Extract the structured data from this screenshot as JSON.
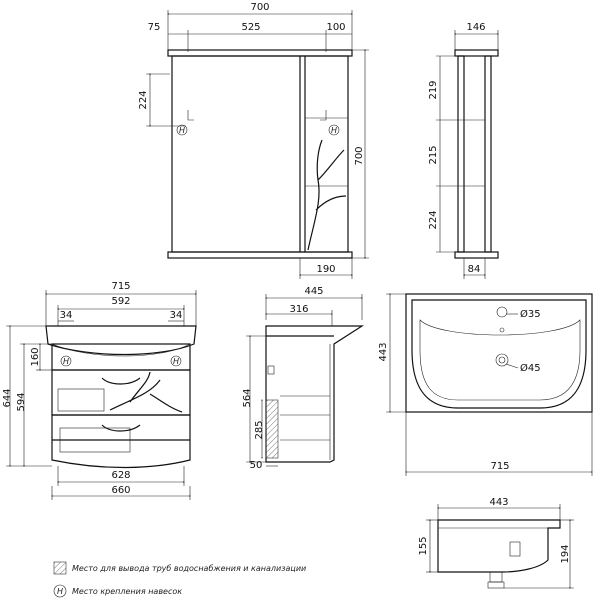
{
  "mirror_cabinet_front": {
    "width_total": "700",
    "width_left": "75",
    "width_mid": "525",
    "width_right": "100",
    "height_top": "224",
    "height_total": "700",
    "shelf_width": "190"
  },
  "mirror_cabinet_side": {
    "depth": "146",
    "seg_top": "219",
    "seg_mid": "215",
    "seg_bottom": "224",
    "base_depth": "84"
  },
  "vanity_front": {
    "width_total": "715",
    "inner_width": "592",
    "left_inset": "34",
    "right_inset": "34",
    "height_total": "644",
    "height_body": "594",
    "height_top": "160",
    "bottom_inner": "628",
    "bottom_outer": "660"
  },
  "vanity_side": {
    "depth_total": "445",
    "depth_inner": "316",
    "height_564": "564",
    "height_285": "285",
    "bottom_50": "50"
  },
  "sink_top": {
    "height": "443",
    "width": "715",
    "hole_small": "Ø35",
    "hole_large": "Ø45"
  },
  "sink_side": {
    "width": "443",
    "height_155": "155",
    "height_194": "194"
  },
  "legend": {
    "pipes": "Место для вывода труб водоснабжения и канализации",
    "mount": "Место крепления навесок",
    "mount_symbol": "H"
  }
}
